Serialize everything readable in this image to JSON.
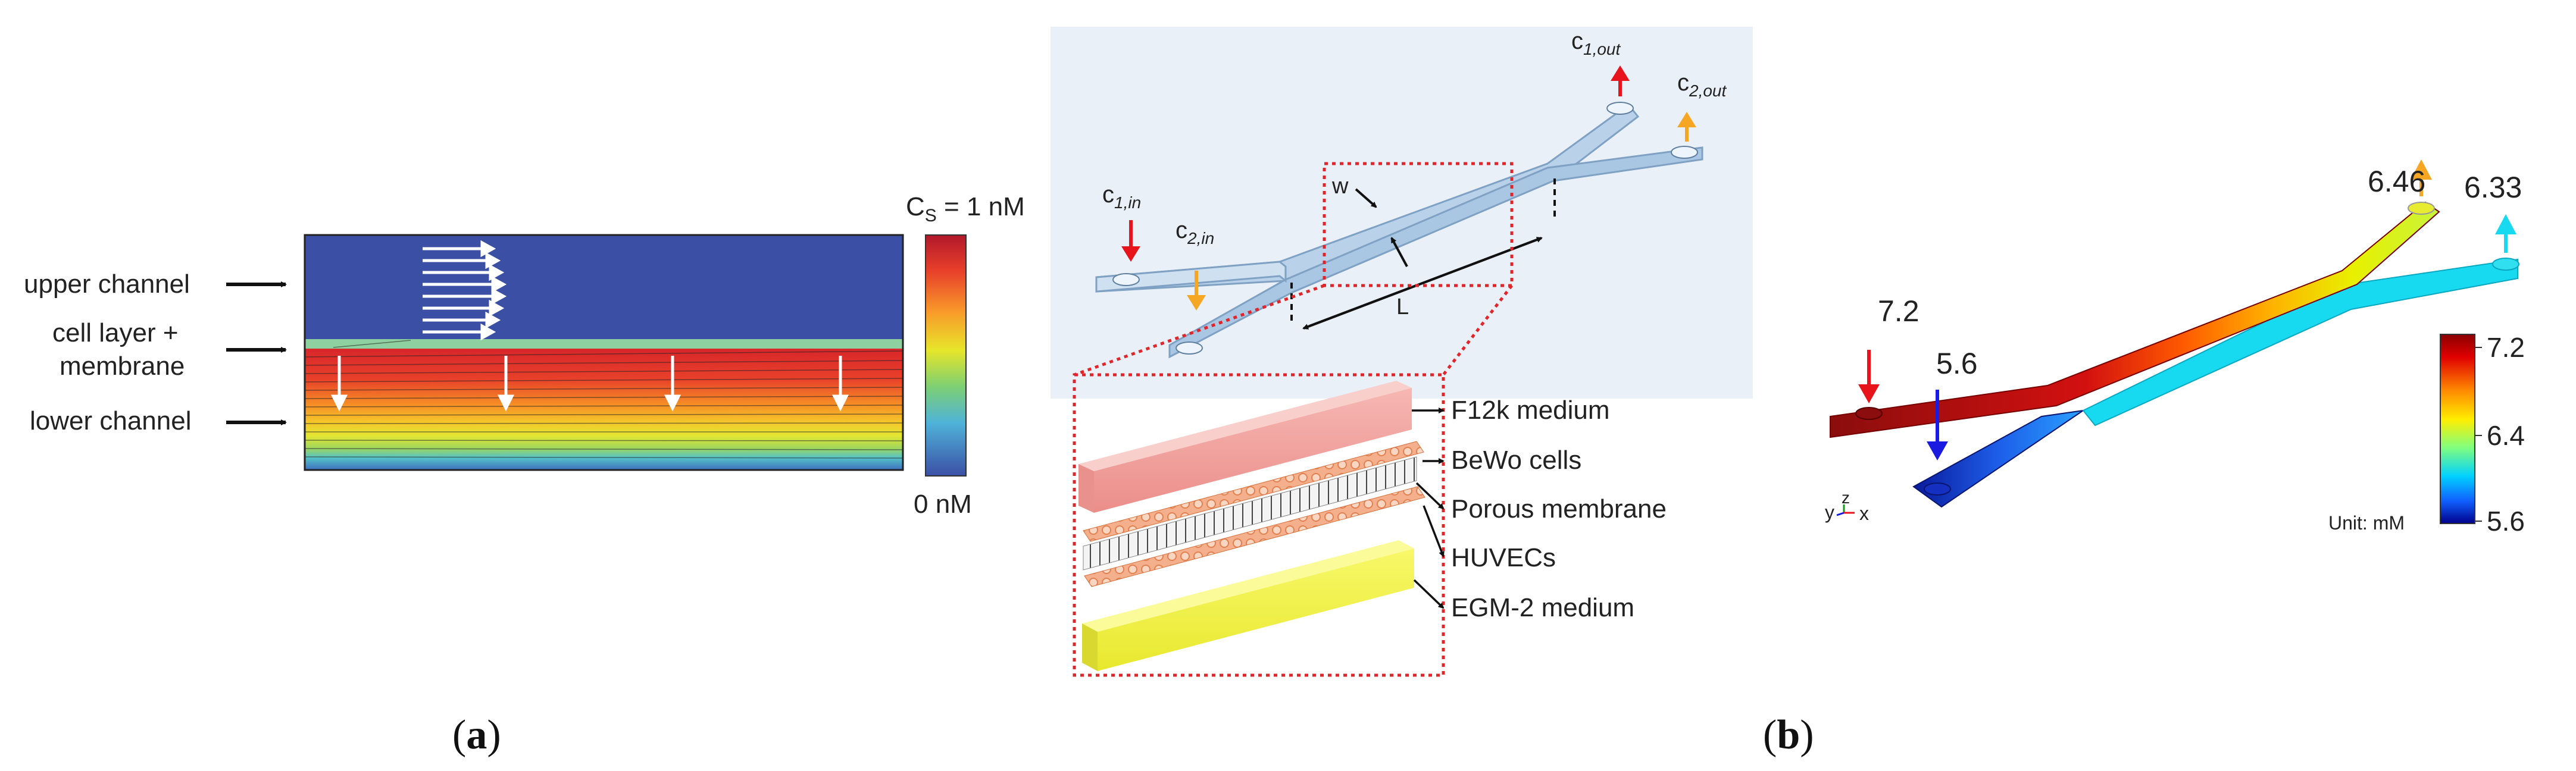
{
  "panel_a": {
    "labels": {
      "upper": "upper channel",
      "cell_line1": "cell layer +",
      "cell_line2": "membrane",
      "lower": "lower channel"
    },
    "colorbar": {
      "top_main": "C",
      "top_sub": "S",
      "top_rest": " = 1 nM",
      "bottom": "0 nM"
    },
    "letter": "a"
  },
  "panel_b": {
    "chip": {
      "c1in_main": "c",
      "c1in_sub": "1,in",
      "c2in_main": "c",
      "c2in_sub": "2,in",
      "c1out_main": "c",
      "c1out_sub": "1,out",
      "c2out_main": "c",
      "c2out_sub": "2,out",
      "w": "w",
      "L": "L"
    },
    "layers": [
      "F12k medium",
      "BeWo cells",
      "Porous membrane",
      "HUVECs",
      "EGM-2 medium"
    ],
    "sim": {
      "v1in": "7.2",
      "v2in": "5.6",
      "v1out": "6.46",
      "v2out": "6.33",
      "axes_y": "y",
      "axes_z": "z",
      "axes_x": "x",
      "unit": "Unit: mM",
      "cb_top": "7.2",
      "cb_mid": "6.4",
      "cb_bottom": "5.6"
    },
    "letter": "b"
  },
  "colors": {
    "inlet1_arrow": "#e8141c",
    "inlet2_arrow": "#f5a623",
    "sim_inlet2_arrow": "#1a1ae0",
    "sim_outlet2_arrow": "#17d9f0",
    "chip_bg": "#e9f0f7",
    "dashed_box": "#e0262a"
  }
}
